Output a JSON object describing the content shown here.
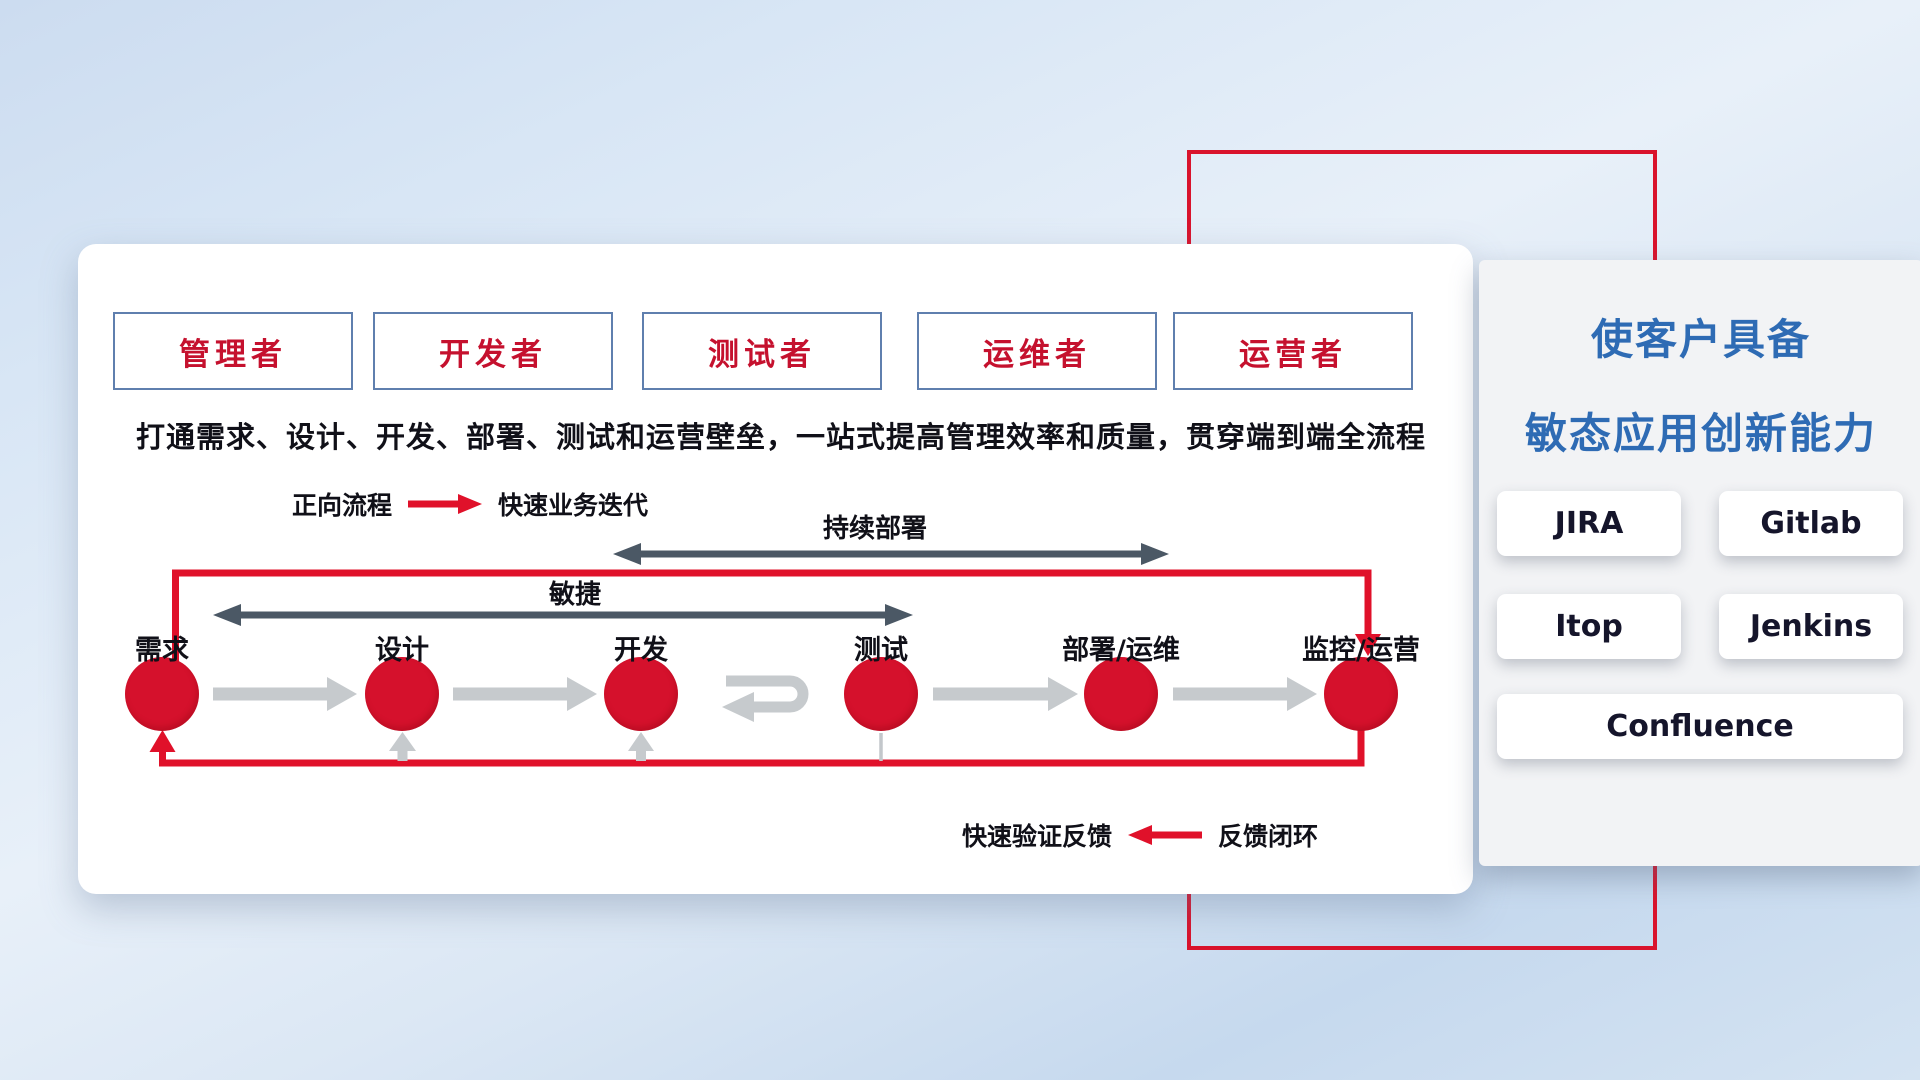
{
  "roles": [
    "管理者",
    "开发者",
    "测试者",
    "运维者",
    "运营者"
  ],
  "subtitle": "打通需求、设计、开发、部署、测试和运营壁垒，一站式提高管理效率和质量，贯穿端到端全流程",
  "legends": {
    "forward_label": "正向流程",
    "forward_desc": "快速业务迭代",
    "feedback_desc": "快速验证反馈",
    "feedback_label": "反馈闭环"
  },
  "span_arrows": {
    "continuous_deploy": "持续部署",
    "agile": "敏捷"
  },
  "flow_nodes": [
    "需求",
    "设计",
    "开发",
    "测试",
    "部署/运维",
    "监控/运营"
  ],
  "right_panel": {
    "title_line1": "使客户具备",
    "title_line2": "敏态应用创新能力",
    "tools": [
      "JIRA",
      "Gitlab",
      "Itop",
      "Jenkins",
      "Confluence"
    ]
  },
  "colors": {
    "accent_red": "#d9132c",
    "circle_red": "#d5112c",
    "title_blue": "#2e6bb4",
    "role_border_blue": "#5f7fae",
    "dark_arrow": "#4b5865",
    "light_arrow": "#c6cacd"
  }
}
